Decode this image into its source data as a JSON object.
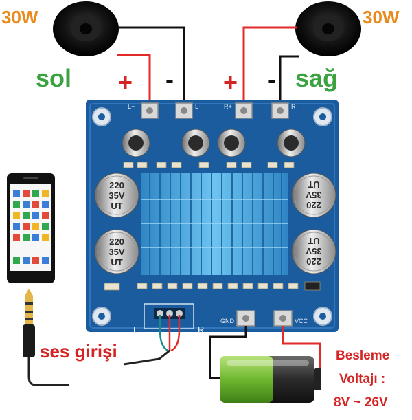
{
  "speakers": {
    "left_power": "30W",
    "right_power": "30W",
    "left_name": "sol",
    "right_name": "sağ",
    "left_plus": "+",
    "left_minus": "-",
    "right_plus": "+",
    "right_minus": "-"
  },
  "board": {
    "top_pins": [
      "L+",
      "L-",
      "R+",
      "R-"
    ],
    "left_caps": [
      "220\n35V\nUT",
      "220\n35V\nUT"
    ],
    "right_caps": [
      "220\n35V\nUT",
      "220\n35V\nUT"
    ],
    "input_labels": {
      "left": "L",
      "right": "R"
    },
    "power_pins": {
      "gnd": "GND",
      "vcc": "VCC"
    }
  },
  "input": {
    "caption": "ses girişi"
  },
  "power": {
    "line1": "Besleme",
    "line2": "Voltajı :",
    "line3": "8V ~ 26V"
  },
  "colors": {
    "board": "#1b5c9e",
    "heatsink": "#49a9e0",
    "wire_red": "#e22a2a",
    "wire_black": "#111111",
    "label_orange": "#e98a1c",
    "label_green": "#3aa23f",
    "label_red": "#d42424",
    "battery_green": "#7ec03d"
  }
}
